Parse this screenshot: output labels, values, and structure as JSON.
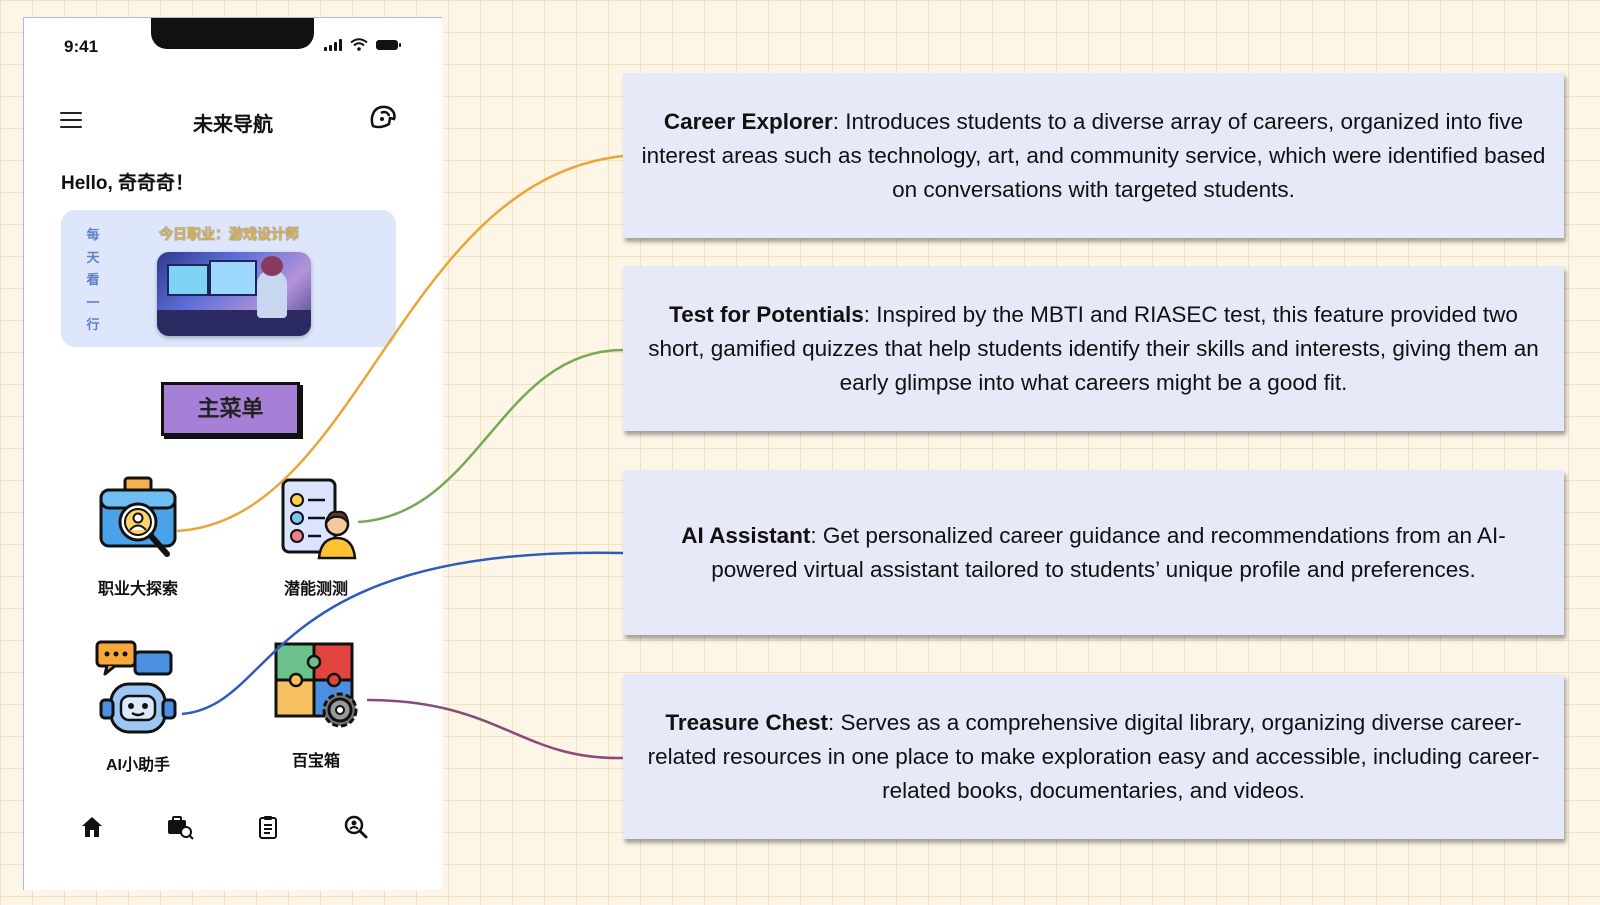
{
  "status_bar": {
    "time": "9:41"
  },
  "header": {
    "title": "未来导航"
  },
  "greeting": "Hello, 奇奇奇！",
  "daily_card": {
    "vertical_label": [
      "每",
      "天",
      "看",
      "一",
      "行"
    ],
    "caption": "今日职业：游戏设计师"
  },
  "main_menu_button": "主菜单",
  "features": {
    "career_explorer": "职业大探索",
    "potential_test": "潜能测测",
    "ai_assistant": "AI小助手",
    "treasure_chest": "百宝箱"
  },
  "bottom_nav": [
    "home-icon",
    "career-search-icon",
    "clipboard-icon",
    "search-icon"
  ],
  "descriptions": [
    {
      "title": "Career Explorer",
      "text": ": Introduces students to a diverse array of careers, organized into five interest areas such as technology, art, and community service, which were identified based on conversations with targeted students."
    },
    {
      "title": "Test for Potentials",
      "text": ": Inspired by the MBTI and RIASEC test, this feature provided two short, gamified quizzes that help students identify their skills and interests, giving them an early glimpse into what careers might be a good fit."
    },
    {
      "title": "AI Assistant",
      "text": ": Get personalized career guidance and recommendations from an AI-powered virtual assistant tailored to students’ unique profile and preferences."
    },
    {
      "title": "Treasure Chest",
      "text": ": Serves as a comprehensive digital library, organizing diverse career-related resources in one place to make exploration easy and accessible, including career-related books, documentaries, and videos."
    }
  ],
  "colors": {
    "connector_career": "#eaa53a",
    "connector_test": "#75a955",
    "connector_ai": "#2f5bbd",
    "connector_treasure": "#8a4a78",
    "menu_button": "#a67fd6",
    "panel_bg": "#e6e9f8",
    "card_bg": "#dde6fa"
  }
}
